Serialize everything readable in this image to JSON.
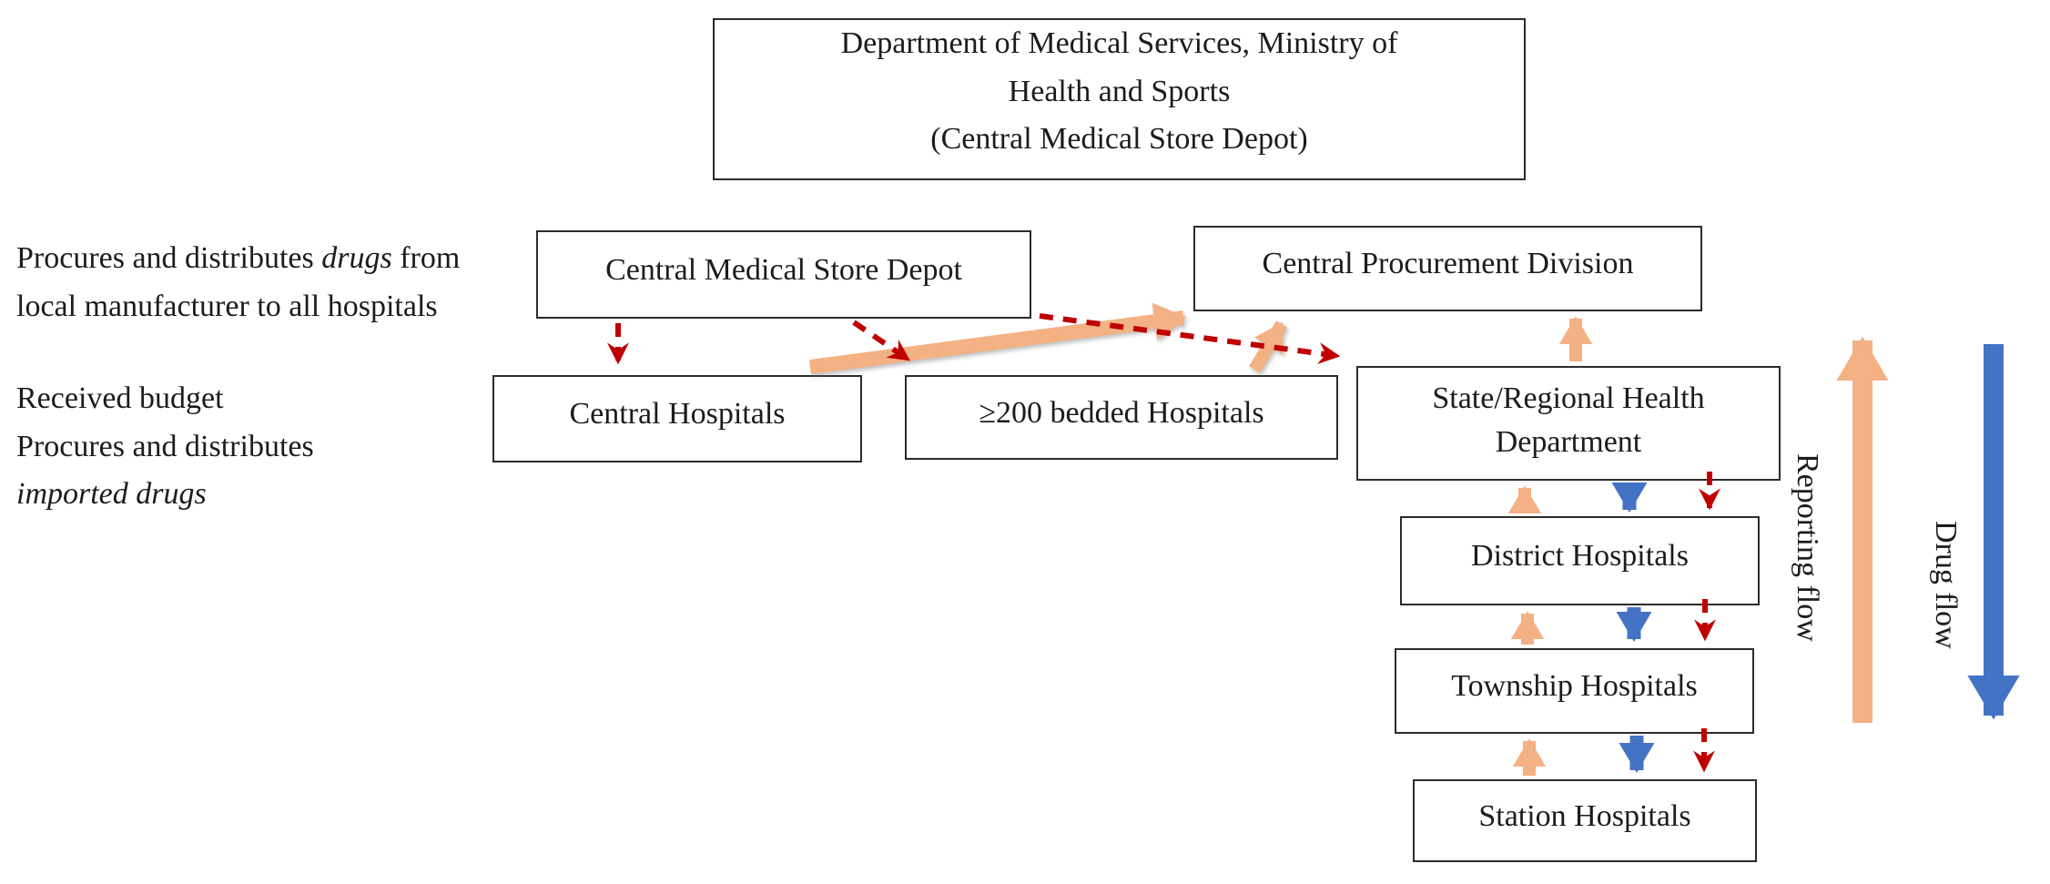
{
  "colors": {
    "arrow_orange": "#F4B183",
    "arrow_blue": "#4472C4",
    "arrow_red": "#C00000",
    "box_border": "#2b2b2b",
    "text": "#1c1c1c"
  },
  "header_box": {
    "line1": "Department of Medical Services, Ministry of",
    "line2": "Health and Sports",
    "line3": "(Central Medical Store Depot)"
  },
  "side_notes": {
    "note1_before_italic": "Procures and distributes ",
    "note1_italic": "drugs",
    "note1_after_italic": " from local manufacturer to all hospitals",
    "note2_line1": "Received budget",
    "note2_line2": "Procures and distributes",
    "note2_line3_italic": "imported drugs"
  },
  "nodes": {
    "cmsd": "Central Medical Store Depot",
    "cpd": "Central Procurement Division",
    "central_hospitals": "Central Hospitals",
    "bedded_hospitals": "≥200 bedded Hospitals",
    "srhd": "State/Regional Health Department",
    "district_hospitals": "District Hospitals",
    "township_hospitals": "Township Hospitals",
    "station_hospitals": "Station Hospitals"
  },
  "legend": {
    "reporting_flow": "Reporting flow",
    "drug_flow": "Drug flow"
  }
}
